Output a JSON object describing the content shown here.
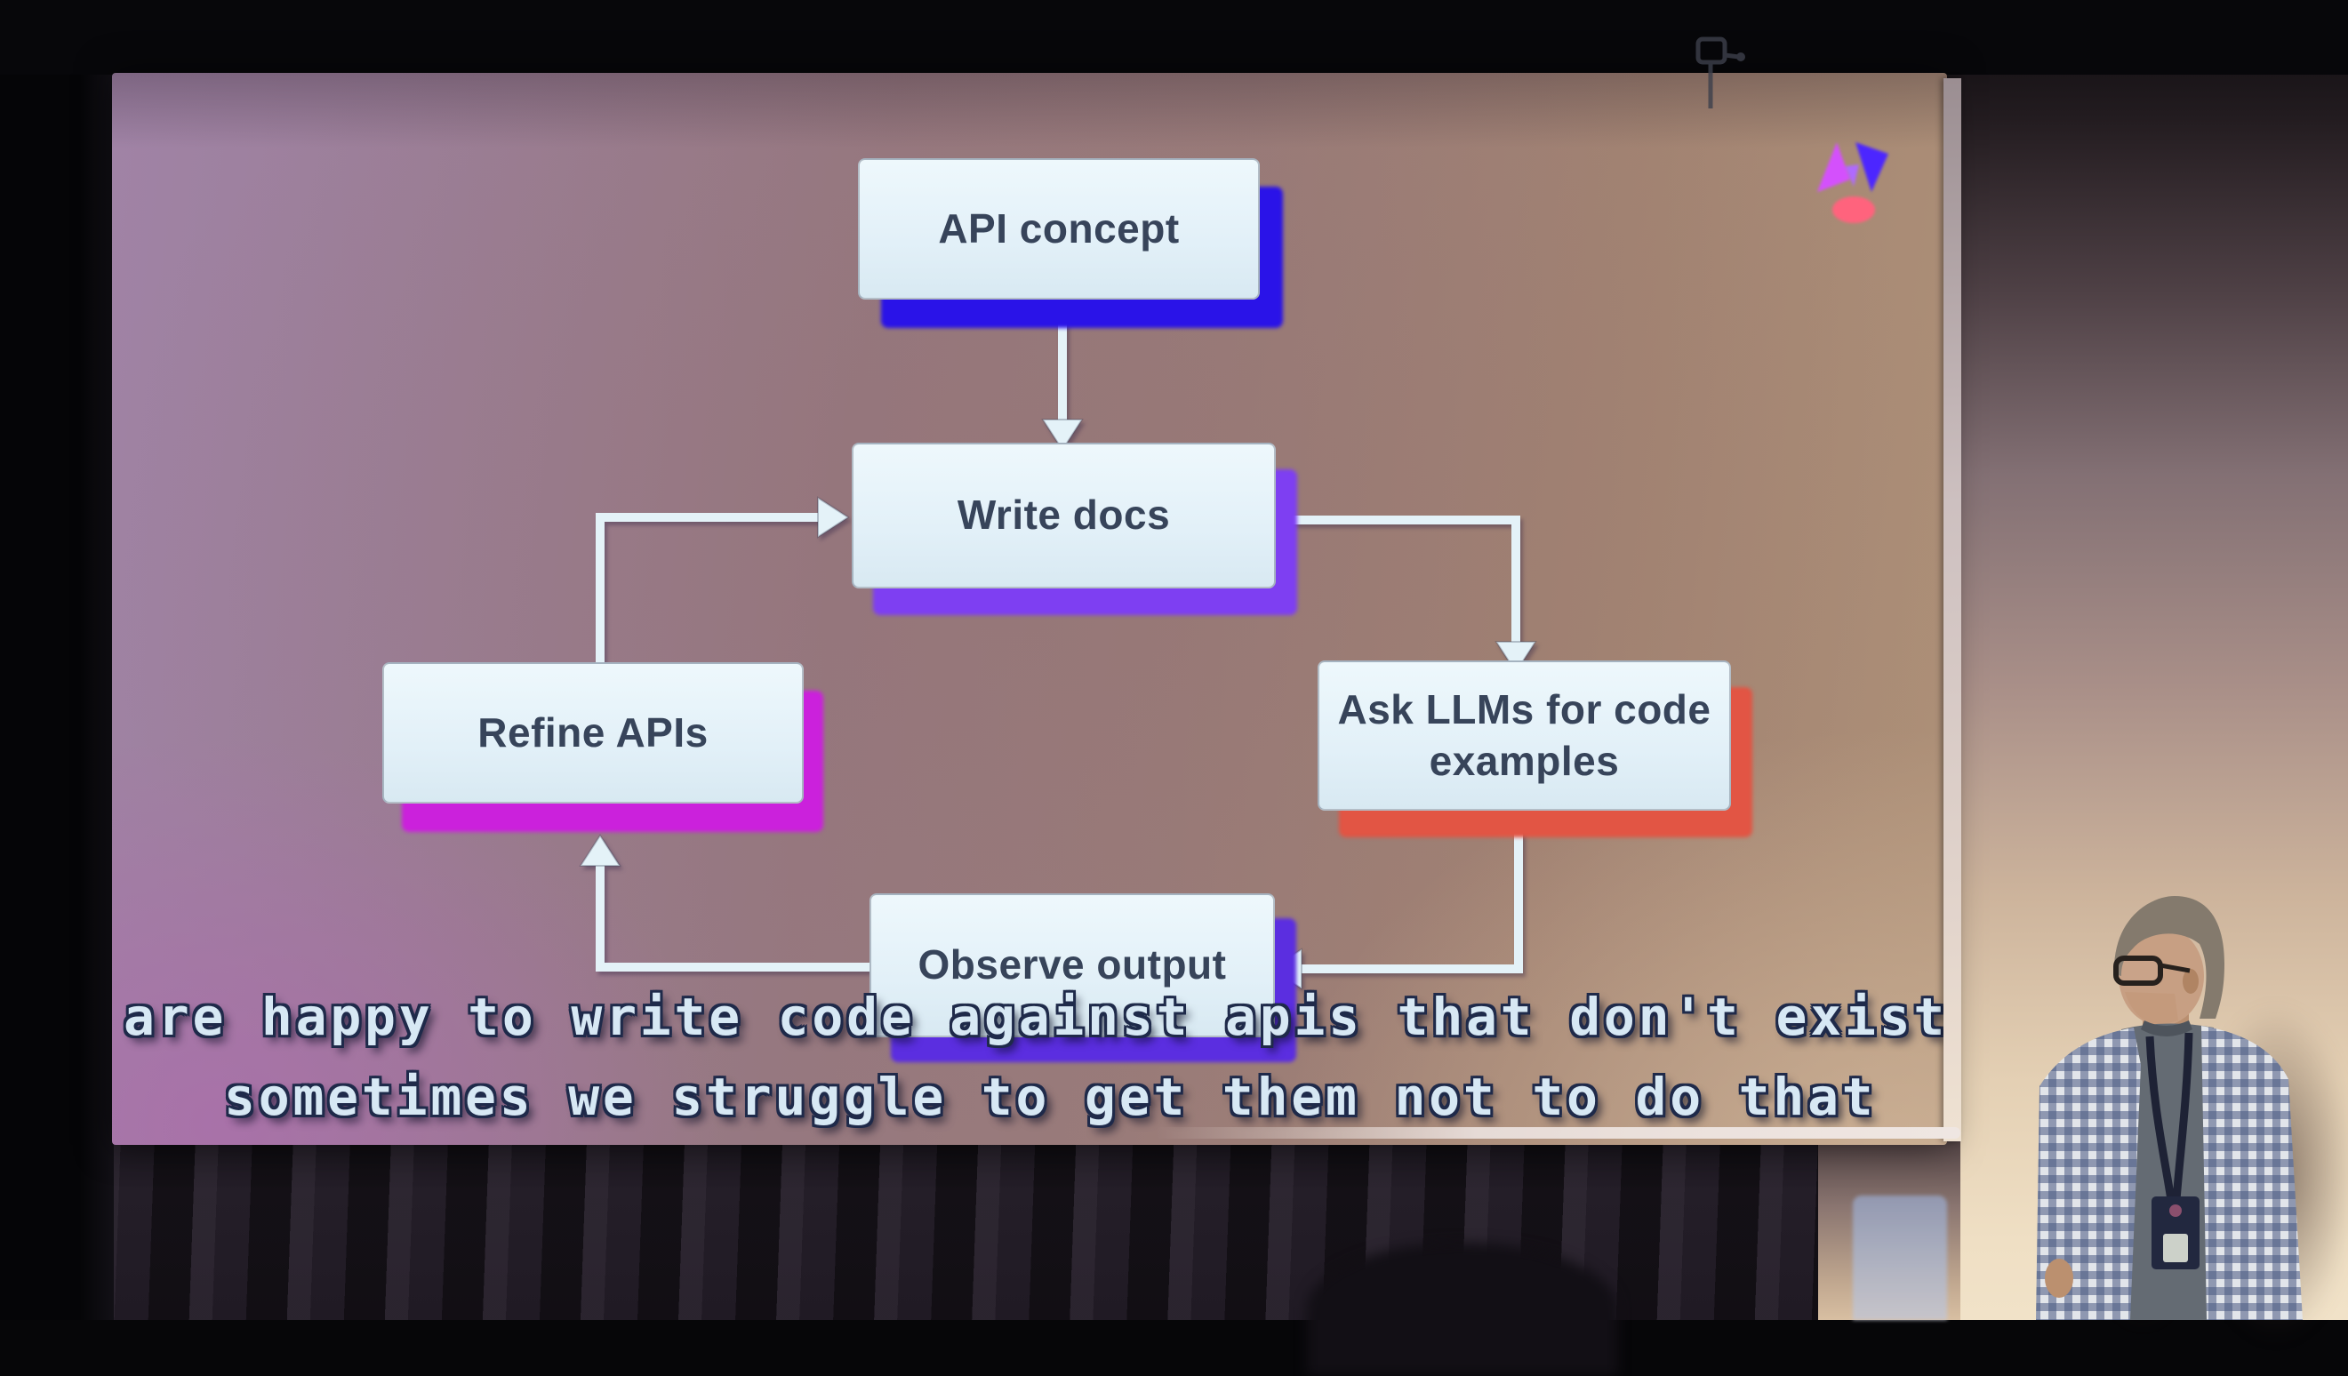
{
  "slide": {
    "logo": {
      "name": "conference-triangle-logo",
      "colors": {
        "left_wing": "#c557e6",
        "right_wing": "#4a2ae0",
        "center": "#a86ef0",
        "bottom": "#f0697f"
      }
    },
    "flowchart": {
      "nodes": [
        {
          "id": "api-concept",
          "label": "API concept",
          "shadow_color": "#2a13e8"
        },
        {
          "id": "write-docs",
          "label": "Write docs",
          "shadow_color": "#7e3ff2"
        },
        {
          "id": "refine-apis",
          "label": "Refine APIs",
          "shadow_color": "#cb21dc"
        },
        {
          "id": "ask-llms",
          "label": "Ask LLMs for code examples",
          "shadow_color": "#e25544"
        },
        {
          "id": "observe-output",
          "label": "Observe output",
          "shadow_color": "#5b2ee0"
        }
      ],
      "edges": [
        {
          "from": "api-concept",
          "to": "write-docs"
        },
        {
          "from": "refine-apis",
          "to": "write-docs"
        },
        {
          "from": "write-docs",
          "to": "ask-llms"
        },
        {
          "from": "ask-llms",
          "to": "observe-output"
        },
        {
          "from": "observe-output",
          "to": "refine-apis"
        }
      ],
      "box_fill": "#e7f3f9",
      "box_text_color": "#37445a",
      "arrow_color": "#e4f2f8"
    }
  },
  "captions": {
    "line1": "are happy to write code against apis that don't exist",
    "line2": "sometimes we struggle to get them not to do that",
    "text_color": "#d7e8f4",
    "outline_color": "#1f2a4a"
  }
}
